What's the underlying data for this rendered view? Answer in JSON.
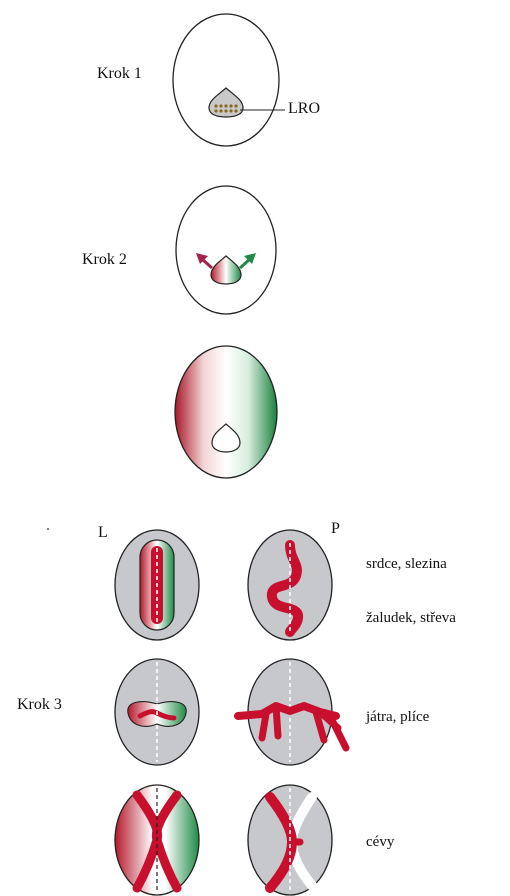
{
  "steps": {
    "step1": "Krok 1",
    "step2": "Krok 2",
    "step3": "Krok 3"
  },
  "labels": {
    "lro": "LRO",
    "left": "L",
    "right": "P"
  },
  "organs": {
    "heart_spleen": "srdce, slezina",
    "stomach_intestine": "žaludek, střeva",
    "liver_lungs": "játra, plíce",
    "vessels": "cévy"
  },
  "colors": {
    "left_signal": "#b5182b",
    "right_signal": "#1e8a45",
    "organ_red": "#c8102e",
    "embryo_gray": "#c6c8cb",
    "lro_dots": "#8a6a20"
  }
}
